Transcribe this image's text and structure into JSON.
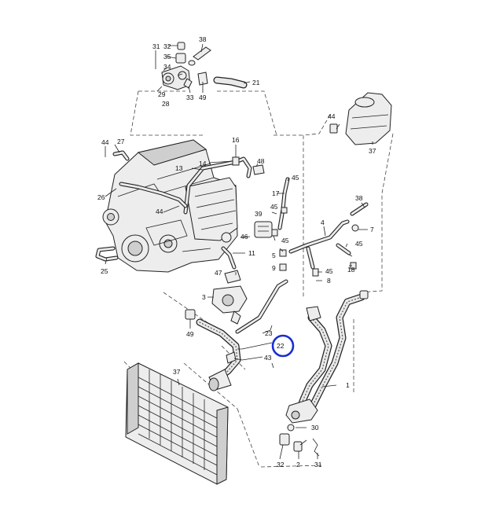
{
  "callouts": {
    "c31a": "31",
    "c32a": "32",
    "c38a": "38",
    "c35": "35",
    "c34": "34",
    "c29": "29",
    "c28": "28",
    "c33a": "33",
    "c49a": "49",
    "c21": "21",
    "c44a": "44",
    "c27": "27",
    "c16": "16",
    "c14": "14",
    "c13": "13",
    "c48": "48",
    "c45a": "45",
    "c26": "26",
    "c17": "17",
    "c45b": "45",
    "c44b": "44",
    "c39": "39",
    "c46": "46",
    "c45c": "45",
    "c11": "11",
    "c25": "25",
    "c47": "47",
    "c3": "3",
    "c49b": "49",
    "c23": "23",
    "c22": "22",
    "c43": "43",
    "c37a": "37",
    "c44c": "44",
    "c37b": "37",
    "c38b": "38",
    "c4": "4",
    "c7": "7",
    "c45d": "45",
    "c5": "5",
    "c18": "18",
    "c45e": "45",
    "c9": "9",
    "c8": "8",
    "c1": "1",
    "c30": "30",
    "c32b": "32",
    "c2": "2",
    "c31b": "31"
  },
  "highlight": {
    "part": "22",
    "color": "#1a2fd0"
  }
}
